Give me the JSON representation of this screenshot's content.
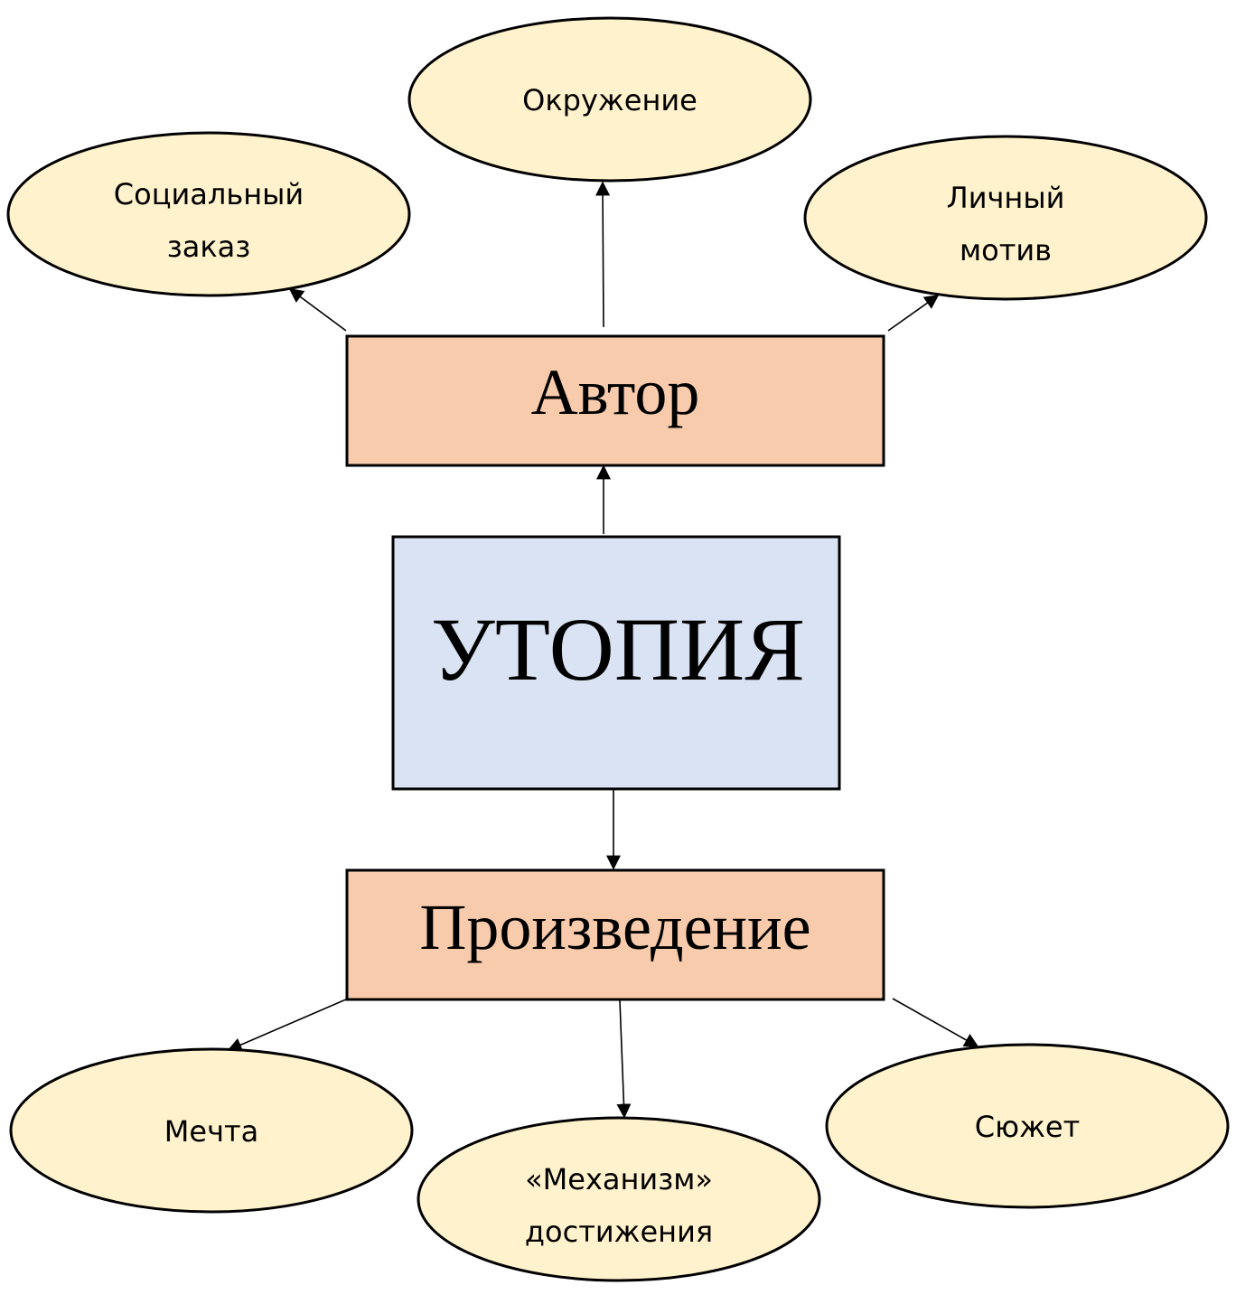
{
  "colors": {
    "ellipse_fill": "#fff2cc",
    "box_fill": "#f8cbad",
    "center_fill": "#dae3f3",
    "stroke": "#000000"
  },
  "center": {
    "label": "УТОПИЯ"
  },
  "author": {
    "label": "Автор",
    "factors": [
      {
        "lines": [
          "Социальный",
          "заказ"
        ]
      },
      {
        "lines": [
          "Окружение"
        ]
      },
      {
        "lines": [
          "Личный",
          "мотив"
        ]
      }
    ]
  },
  "work": {
    "label": "Произведение",
    "factors": [
      {
        "lines": [
          "Мечта"
        ]
      },
      {
        "lines": [
          "«Механизм»",
          "достижения"
        ]
      },
      {
        "lines": [
          "Сюжет"
        ]
      }
    ]
  }
}
